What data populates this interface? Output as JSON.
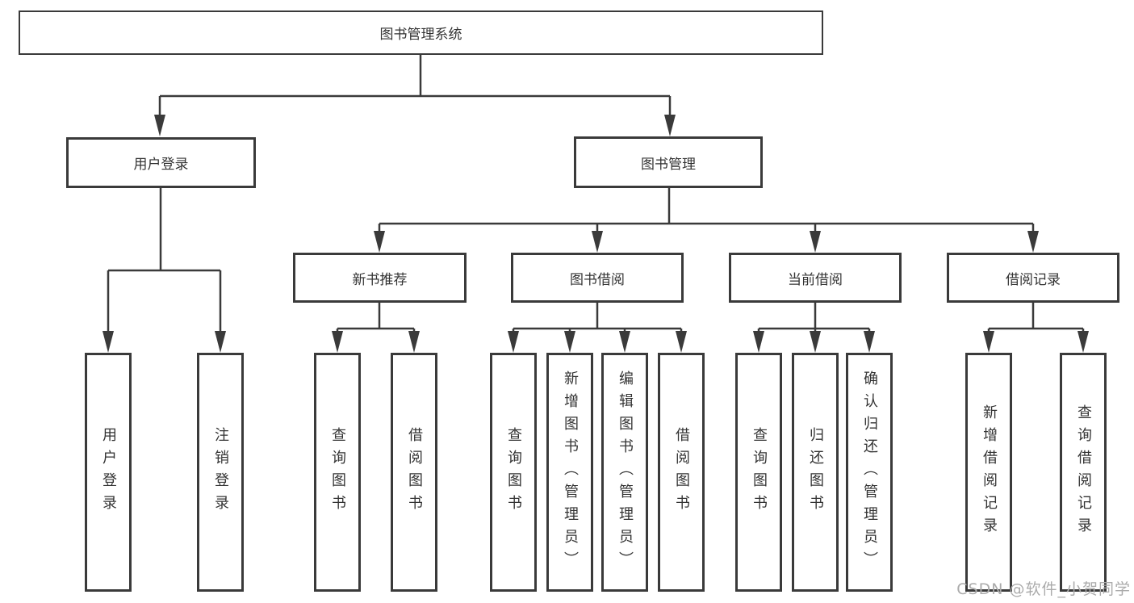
{
  "diagram_title": "图书管理系统",
  "watermark": "CSDN @软件_小贺同学",
  "colors": {
    "line": "#3a3a3a",
    "text": "#333333",
    "box_background": "#ffffff",
    "watermark": "#ababab"
  },
  "tree": {
    "root": {
      "label": "图书管理系统"
    },
    "branches": [
      {
        "label": "用户登录",
        "children": [
          {
            "label": "用户登录"
          },
          {
            "label": "注销登录"
          }
        ]
      },
      {
        "label": "图书管理",
        "children": [
          {
            "label": "新书推荐",
            "children": [
              {
                "label": "查询图书"
              },
              {
                "label": "借阅图书"
              }
            ]
          },
          {
            "label": "图书借阅",
            "children": [
              {
                "label": "查询图书"
              },
              {
                "label": "新增图书（管理员）"
              },
              {
                "label": "编辑图书（管理员）"
              },
              {
                "label": "借阅图书"
              }
            ]
          },
          {
            "label": "当前借阅",
            "children": [
              {
                "label": "查询图书"
              },
              {
                "label": "归还图书"
              },
              {
                "label": "确认归还（管理员）"
              }
            ]
          },
          {
            "label": "借阅记录",
            "children": [
              {
                "label": "新增借阅记录"
              },
              {
                "label": "查询借阅记录"
              }
            ]
          }
        ]
      }
    ]
  }
}
